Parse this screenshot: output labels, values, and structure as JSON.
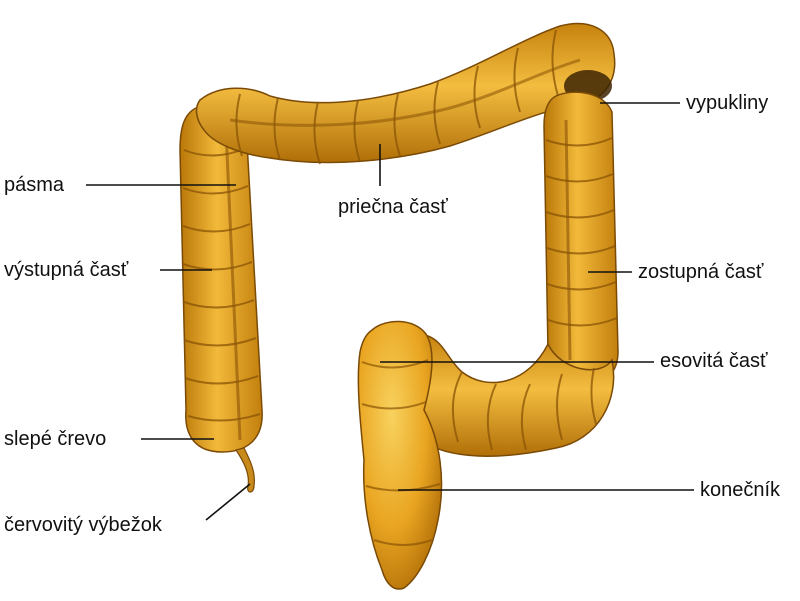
{
  "labels": {
    "pasma": "pásma",
    "vystupna": "výstupná časť",
    "slepe": "slepé črevo",
    "cervovity": "červovitý výbežok",
    "priecna": "priečna časť",
    "vypukliny": "vypukliny",
    "zostupna": "zostupná časť",
    "esovita": "esovitá časť",
    "konecnik": "konečník"
  },
  "colors": {
    "organ_fill": "#e9a521",
    "organ_light": "#f6cf5a",
    "organ_dark": "#a96a0b",
    "outline": "#7a4a06",
    "leader": "#111111"
  }
}
